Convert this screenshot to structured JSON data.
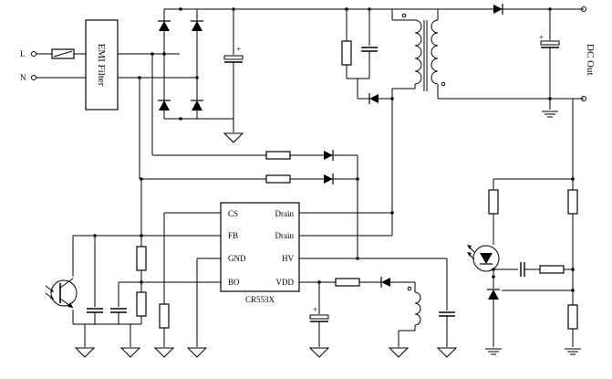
{
  "terminals": {
    "line": "L",
    "neutral": "N"
  },
  "emi_filter": {
    "label": "EMI Filter"
  },
  "output": {
    "label": "DC Out"
  },
  "ic": {
    "part": "CR553X",
    "pins_left": [
      "CS",
      "FB",
      "GND",
      "BO"
    ],
    "pins_right": [
      "Drain",
      "Drain",
      "HV",
      "VDD"
    ]
  }
}
